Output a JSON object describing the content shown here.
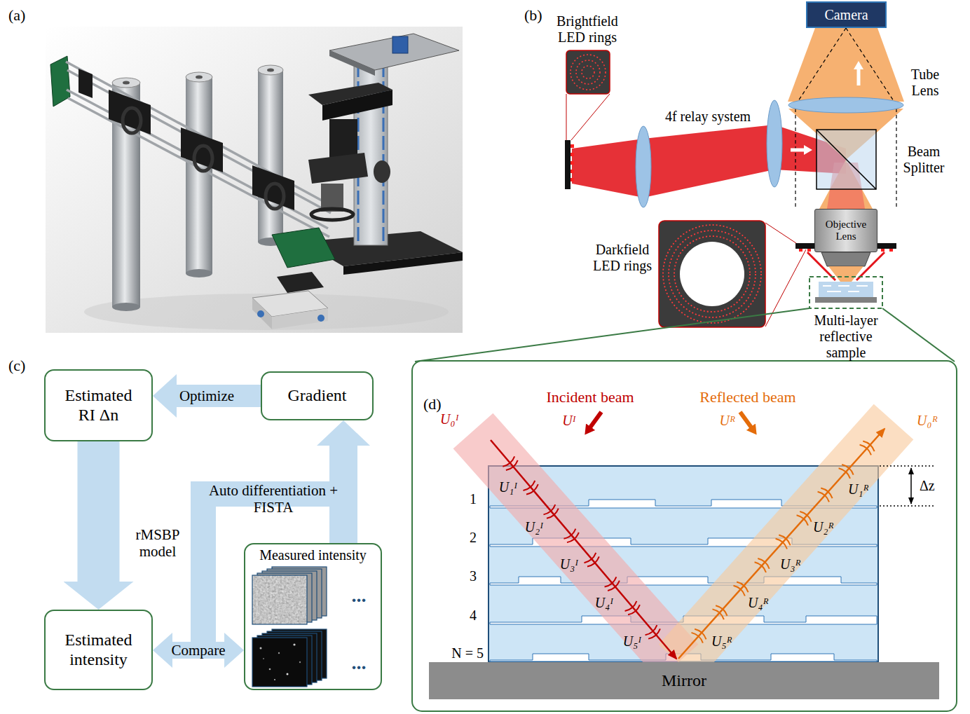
{
  "diagram": {
    "nodes": [
      {
        "text": [
          "Camera"
        ]
      },
      {
        "text": [
          "Objective Lens"
        ]
      },
      {
        "text": [
          "Estimated RI Δn"
        ]
      },
      {
        "text": [
          "Gradient"
        ]
      },
      {
        "text": [
          "Estimated intensity"
        ]
      },
      {
        "text": [
          "Measured intensity"
        ]
      },
      {
        "text": [
          "Mirror"
        ]
      }
    ],
    "edges": [
      {
        "from": 3,
        "to": 2,
        "arrow": "to",
        "label": "Optimize"
      },
      {
        "from": 2,
        "to": 4,
        "arrow": "to",
        "label": "rMSBP model"
      },
      {
        "from": 4,
        "to": 5,
        "arrow": "both",
        "label": "Compare"
      },
      {
        "from": 5,
        "to": 3,
        "arrow": "to",
        "label": "Auto differentiation + FISTA"
      }
    ],
    "labels": [
      "(a)",
      "(b)",
      "Brightfield LED rings",
      "4f relay system",
      "Tube Lens",
      "Beam Splitter",
      "Darkfield LED rings",
      "Multi-layer reflective sample",
      "(c)",
      "...",
      "...",
      "(d)",
      "Incident beam",
      "Reflected beam",
      "U₀ᴵ",
      "Uᴵ",
      "Uᴿ",
      "U₀ᴿ",
      "U₁ᴵ",
      "U₂ᴵ",
      "U₃ᴵ",
      "U₄ᴵ",
      "U₅ᴵ",
      "U₁ᴿ",
      "U₂ᴿ",
      "U₃ᴿ",
      "U₄ᴿ",
      "U₅ᴿ",
      "Δz",
      "1",
      "2",
      "3",
      "4",
      "N = 5"
    ]
  }
}
